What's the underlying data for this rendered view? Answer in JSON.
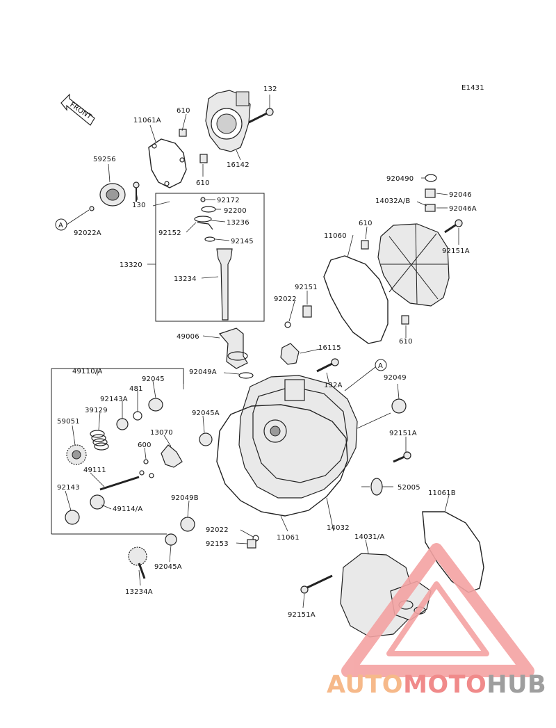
{
  "diagram_code": "E1431",
  "front_label": "FRONT",
  "ref_marker": "A",
  "labels": {
    "p132": "132",
    "p610_top": "610",
    "p11061A_top": "11061A",
    "p16142": "16142",
    "p59256": "59256",
    "p130": "130",
    "p92022A": "92022A",
    "p610_mid": "610",
    "p92172": "92172",
    "p92200": "92200",
    "p92152": "92152",
    "p13236": "13236",
    "p92145": "92145",
    "p13320": "13320",
    "p13234": "13234",
    "p49006": "49006",
    "p920490": "920490",
    "p92046": "92046",
    "p14032AB": "14032A/B",
    "p92046A": "92046A",
    "p610_r": "610",
    "p11060": "11060",
    "p92151A_r": "92151A",
    "p92151": "92151",
    "p92022_mid": "92022",
    "p610_r2": "610",
    "p16115": "16115",
    "p132A": "132A",
    "p92049": "92049",
    "p49110A": "49110/A",
    "p92049A": "92049A",
    "p92045": "92045",
    "p481": "481",
    "p92143A": "92143A",
    "p39129": "39129",
    "p92045A_mid": "92045A",
    "p13070": "13070",
    "p59051": "59051",
    "p600": "600",
    "p92151A_mid": "92151A",
    "p49111": "49111",
    "p92143": "92143",
    "p49114A": "49114/A",
    "p52005": "52005",
    "p11061B": "11061B",
    "p92049B": "92049B",
    "p92022_low": "92022",
    "p92153": "92153",
    "p11061": "11061",
    "p14032": "14032",
    "p14031A": "14031/A",
    "p92045A_low": "92045A",
    "p13234A": "13234A",
    "p92151A_low": "92151A"
  },
  "watermark": {
    "part1": "AUTO",
    "part2": "MOTO",
    "part3": "HUB",
    "color1": "#f6b98a",
    "color2": "#f08a8a",
    "color3": "#9e9e9e",
    "logo_color": "#f4a3a3"
  }
}
